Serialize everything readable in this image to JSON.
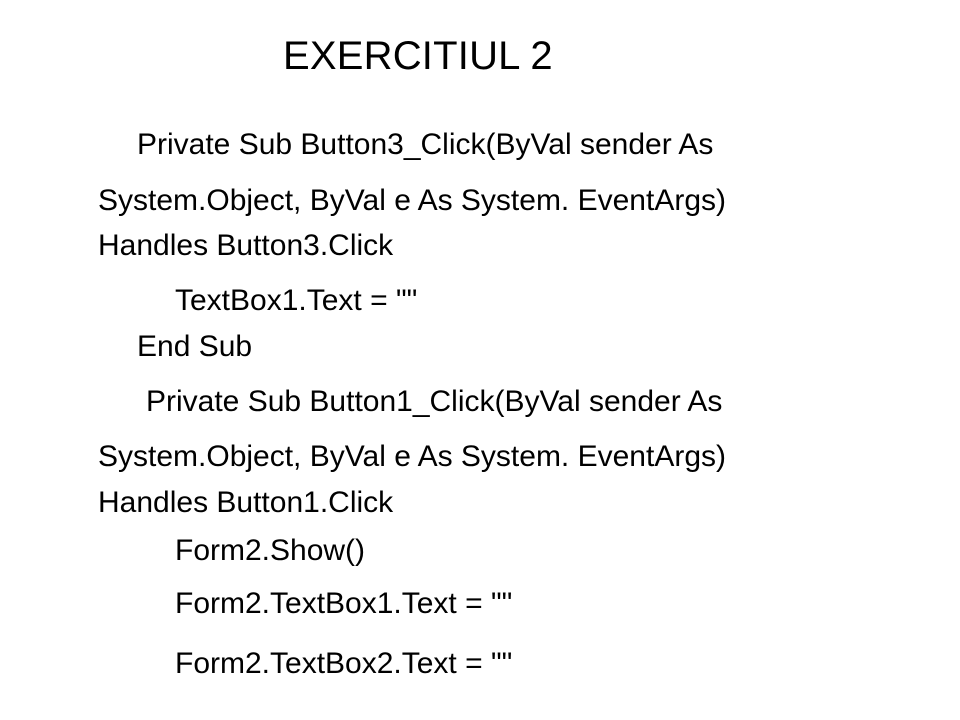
{
  "slide": {
    "title": "EXERCITIUL 2",
    "lines": [
      "Private Sub Button3_Click(ByVal sender As",
      "System.Object, ByVal e As System. EventArgs)",
      "Handles Button3.Click",
      "TextBox1.Text = \"\"",
      "End Sub",
      "Private Sub Button1_Click(ByVal sender As",
      "System.Object, ByVal e As System. EventArgs)",
      "Handles Button1.Click",
      "Form2.Show()",
      "Form2.TextBox1.Text = \"\"",
      "Form2.TextBox2.Text = \"\""
    ]
  }
}
